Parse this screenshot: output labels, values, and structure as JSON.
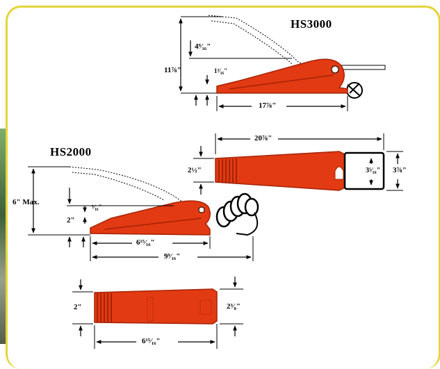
{
  "colors": {
    "part": "#e23a12",
    "part_dark": "#a52308",
    "frame": "#e3d43a",
    "line": "#000000"
  },
  "hs3000": {
    "title": "HS3000",
    "height_total": "11⅞\"",
    "height_upper": "4⁹⁄₁₆\"",
    "height_tip": "1³⁄₁₆\"",
    "length": "17⅞\"",
    "top_length": "20⅞\"",
    "top_width_body": "2½\"",
    "top_width_bail": "3⁵⁄₁₆\"",
    "top_width_outer": "3⅞\""
  },
  "hs2000": {
    "title": "HS2000",
    "height_max": "6\" Max.",
    "gap": "⁵⁄₁₆\"",
    "height_tip": "2\"",
    "length_body": "6¹⁵⁄₁₆\"",
    "length_total": "9⁹⁄₁₆\"",
    "top_width_left": "2\"",
    "top_width_right": "2³⁄₈\"",
    "top_length": "6¹⁵⁄₁₆\""
  }
}
